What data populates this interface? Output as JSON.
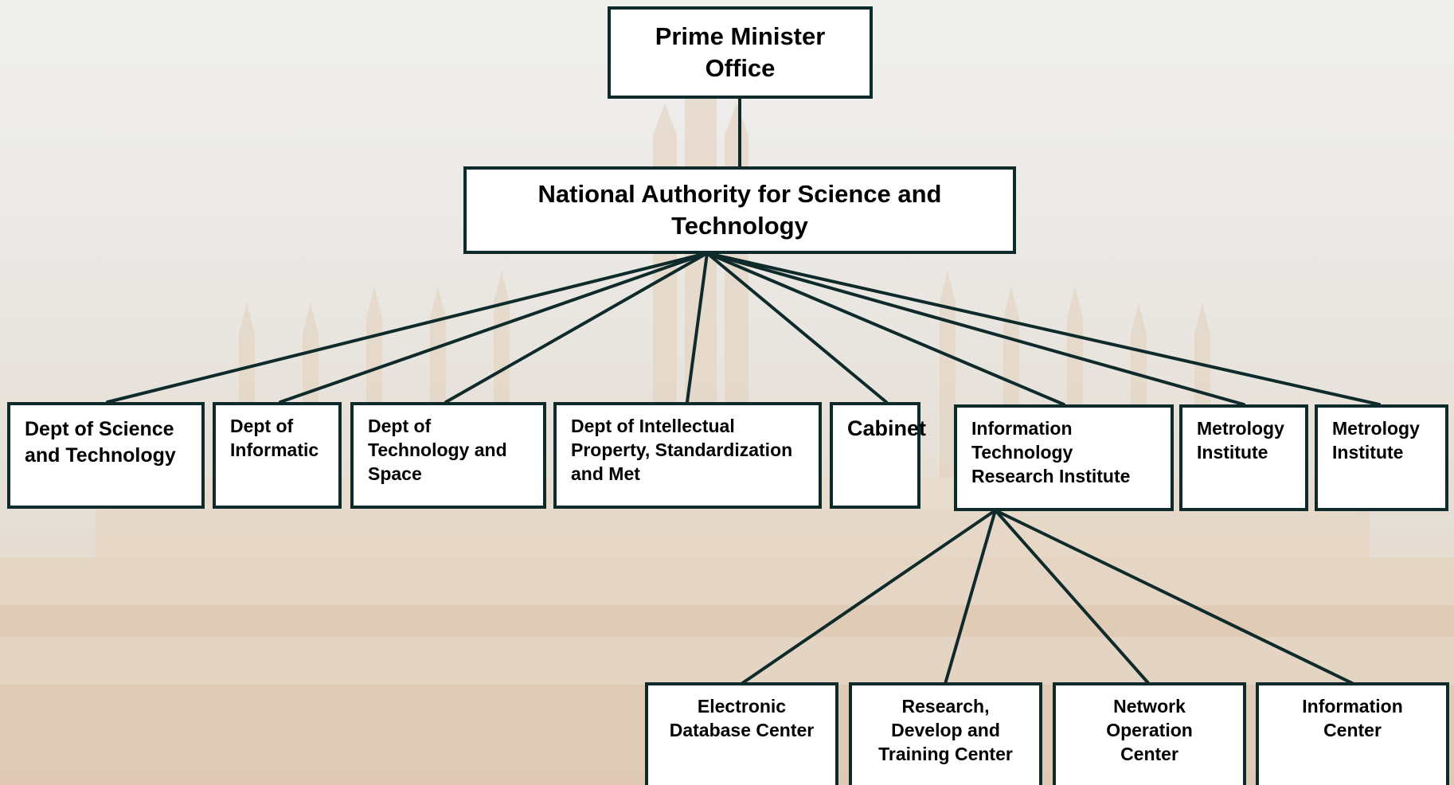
{
  "diagram": {
    "top": {
      "prime_minister": "Prime Minister Office",
      "national_authority": "National Authority for Science and Technology"
    },
    "departments": [
      "Dept of Science and Technology",
      "Dept of Informatic",
      "Dept of Technology and Space",
      "Dept of Intellectual Property, Standardization and Met",
      "Cabinet",
      "Information Technology Research Institute",
      "Metrology Institute",
      "Metrology Institute"
    ],
    "centers": [
      "Electronic Database Center",
      "Research, Develop and Training Center",
      "Network Operation Center",
      "Information Center"
    ]
  },
  "colors": {
    "box_border": "#0e2a2a",
    "connector": "#0e2a2a",
    "box_fill": "#ffffff"
  }
}
